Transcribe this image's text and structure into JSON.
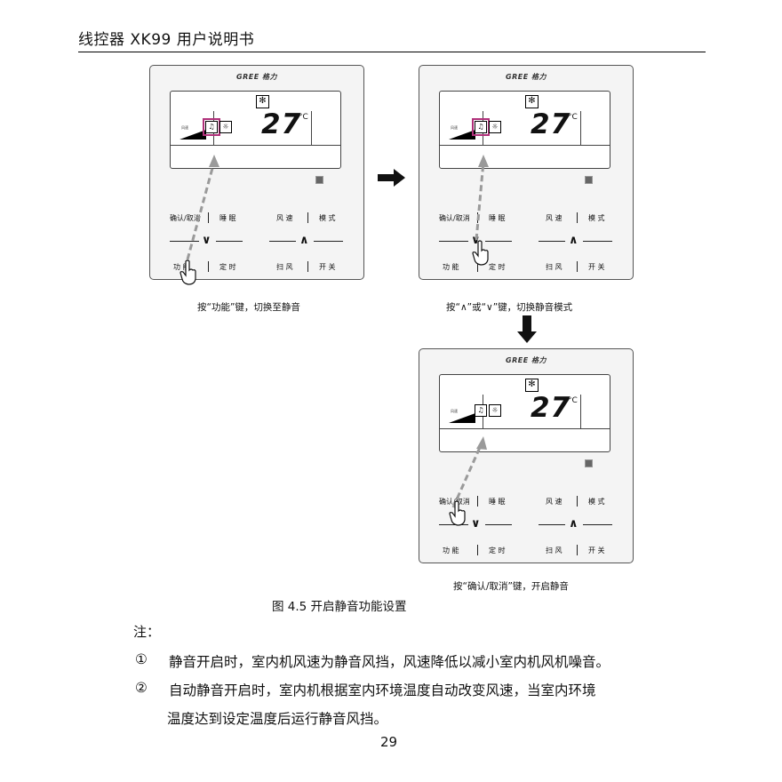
{
  "header": {
    "title": "线控器 XK99 用户说明书"
  },
  "panel": {
    "logo": "GREE 格力",
    "temperature": "27",
    "unit": "°C",
    "snow_icon": "✻",
    "mute_icon": "♫",
    "light_icon": "☼",
    "fan_label": "风速",
    "buttons": {
      "confirm": "确认/取消",
      "sleep": "睡 眠",
      "fan": "风 速",
      "mode": "模 式",
      "function": "功 能",
      "timer": "定 时",
      "sweep": "扫 风",
      "onoff": "开 关"
    },
    "down_arrow": "∨",
    "up_arrow": "∧"
  },
  "captions": {
    "step1": "按“功能”键，切换至静音",
    "step2": "按“∧”或“∨”键，切换静音模式",
    "step3": "按“确认/取消”键，开启静音"
  },
  "figure_caption": "图 4.5  开启静音功能设置",
  "notes": {
    "label": "注：",
    "item1_marker": "①",
    "item1": "静音开启时，室内机风速为静音风挡，风速降低以减小室内机风机噪音。",
    "item2_marker": "②",
    "item2_line1": "自动静音开启时，室内机根据室内环境温度自动改变风速，当室内环境",
    "item2_line2": "温度达到设定温度后运行静音风挡。"
  },
  "page_number": "29",
  "colors": {
    "highlight": "#b0307a",
    "pointer_arrow": "#9a9a9a"
  }
}
